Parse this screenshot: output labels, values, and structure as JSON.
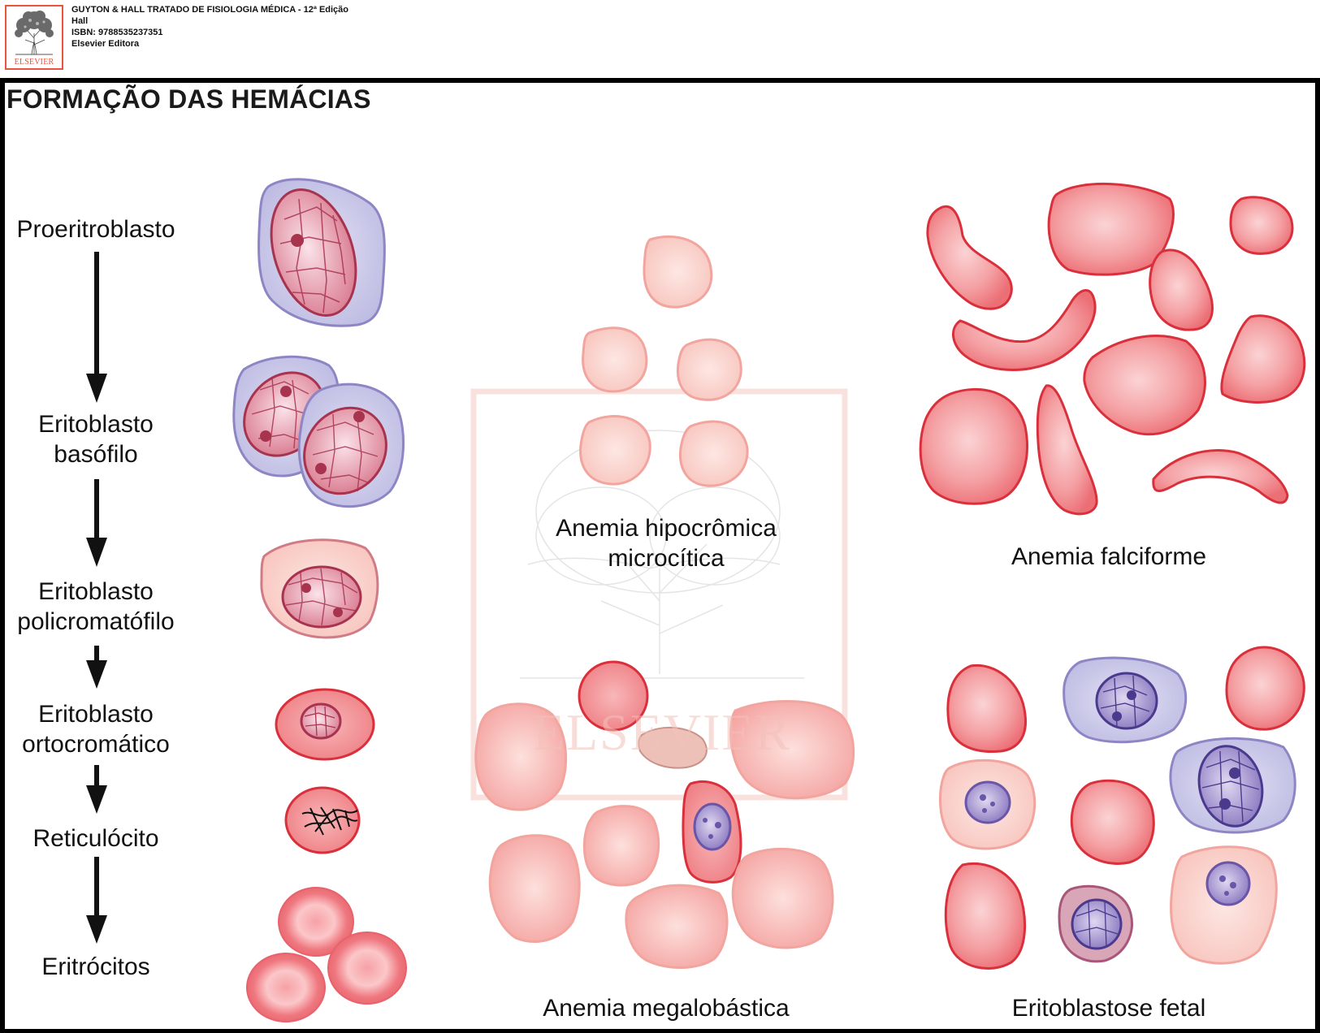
{
  "header": {
    "publisher_logo_text": "ELSEVIER",
    "book_title": "GUYTON & HALL TRATADO DE FISIOLOGIA MÉDICA - 12ª Edição",
    "author": "Hall",
    "isbn": "ISBN: 9788535237351",
    "publisher": "Elsevier Editora"
  },
  "figure": {
    "title": "FORMAÇÃO DAS HEMÁCIAS",
    "watermark": "ELSEVIER",
    "stages": [
      {
        "line1": "Proeritroblasto",
        "line2": ""
      },
      {
        "line1": "Eritoblasto",
        "line2": "basófilo"
      },
      {
        "line1": "Eritoblasto",
        "line2": "policromatófilo"
      },
      {
        "line1": "Eritoblasto",
        "line2": "ortocromático"
      },
      {
        "line1": "Reticulócito",
        "line2": ""
      },
      {
        "line1": "Eritrócitos",
        "line2": ""
      }
    ],
    "panels": {
      "hypochromic": {
        "line1": "Anemia hipocrômica",
        "line2": "microcítica"
      },
      "sickle": "Anemia falciforme",
      "megaloblastic": "Anemia megalobástica",
      "fetal": "Eritoblastose fetal"
    }
  },
  "colors": {
    "rbc_fill": "#f5a3a6",
    "rbc_stroke": "#d9303c",
    "pale_fill": "#fbd6d2",
    "pale_stroke": "#f1a59e",
    "cytoplasm_fill": "#c9c8e8",
    "cytoplasm_stroke": "#8e86c4",
    "nucleus_fill": "#e7a3b0",
    "nucleus_stroke": "#a8334f"
  }
}
